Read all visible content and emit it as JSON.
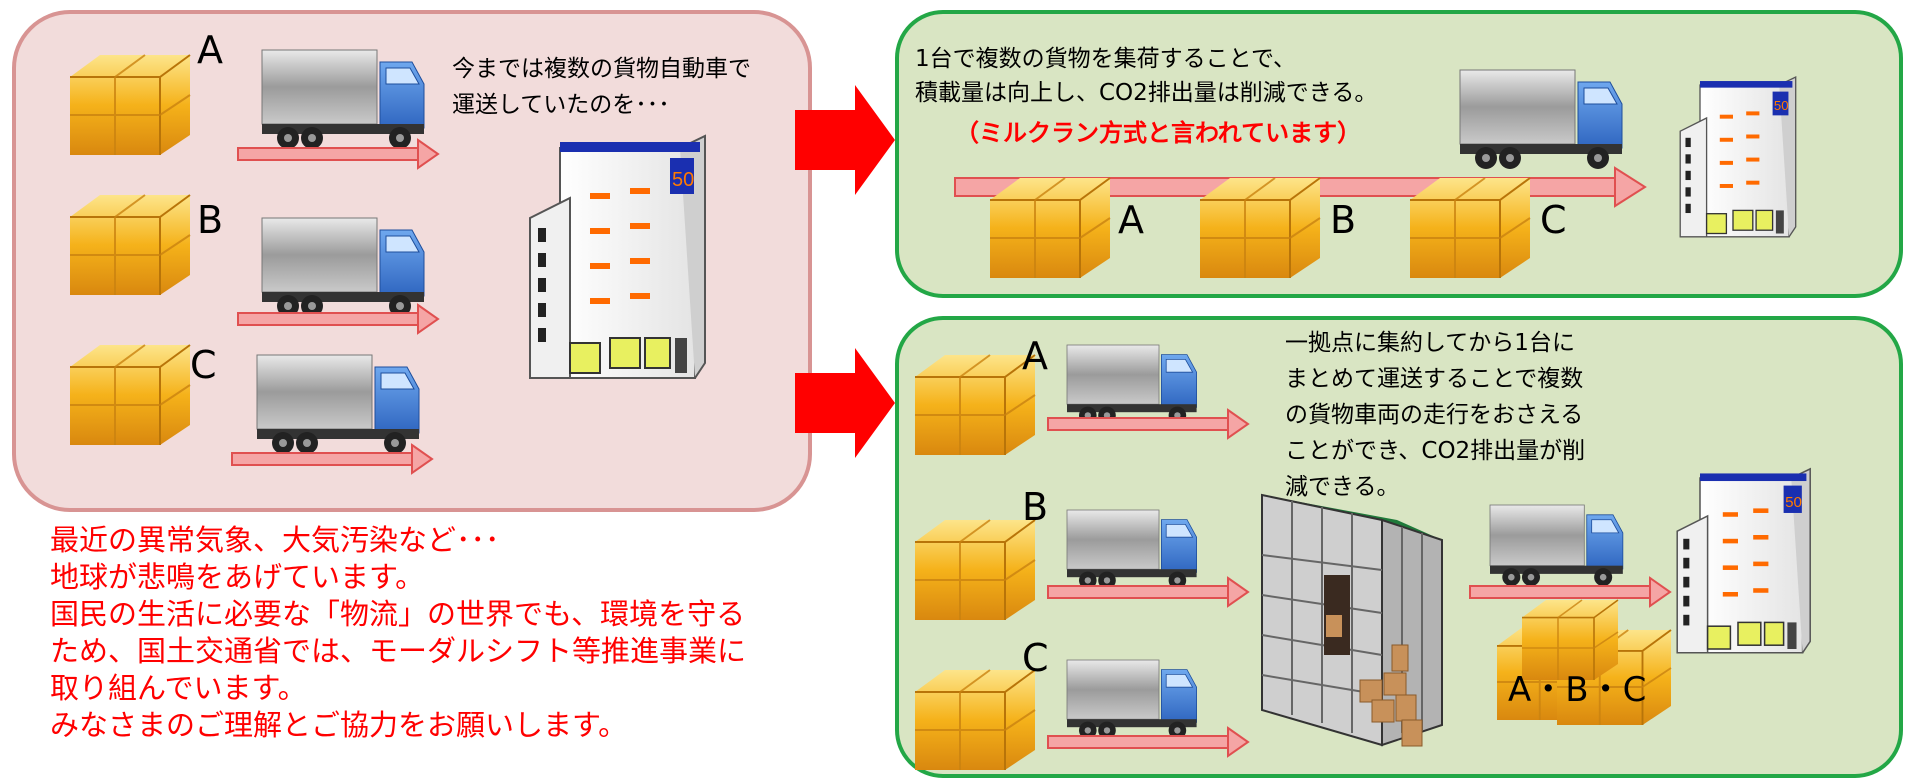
{
  "left_panel": {
    "text": [
      "今までは複数の貨物自動車で",
      "運送していたのを･･･"
    ],
    "labels": [
      "A",
      "B",
      "C"
    ]
  },
  "top_right_panel": {
    "text": [
      "1台で複数の貨物を集荷することで、",
      "積載量は向上し、CO2排出量は削減できる。"
    ],
    "highlight": "（ミルクラン方式と言われています）",
    "labels": [
      "A",
      "B",
      "C"
    ]
  },
  "bottom_right_panel": {
    "text": [
      "一拠点に集約してから1台に",
      "まとめて運送することで複数",
      "の貨物車両の走行をおさえる",
      "ことができ、CO2排出量が削",
      "減できる。"
    ],
    "labels": [
      "A",
      "B",
      "C"
    ],
    "combined_label": "A・B・C"
  },
  "message": [
    "最近の異常気象、大気汚染など･･･",
    "地球が悲鳴をあげています。",
    "国民の生活に必要な「物流」の世界でも、環境を守る",
    "ため、国土交通省では、モーダルシフト等推進事業に",
    "取り組んでいます。",
    "みなさまのご理解とご協力をお願いします。"
  ],
  "building_sign": "50",
  "colors": {
    "left_fill": "#f2dcdb",
    "left_border": "#d89493",
    "right_fill": "#d9e5c3",
    "right_border": "#23a746",
    "arrow_red": "#ff0000",
    "text_red": "#ff0000",
    "cargo": "#f5b21a",
    "truck_cab": "#3f7fd6"
  }
}
